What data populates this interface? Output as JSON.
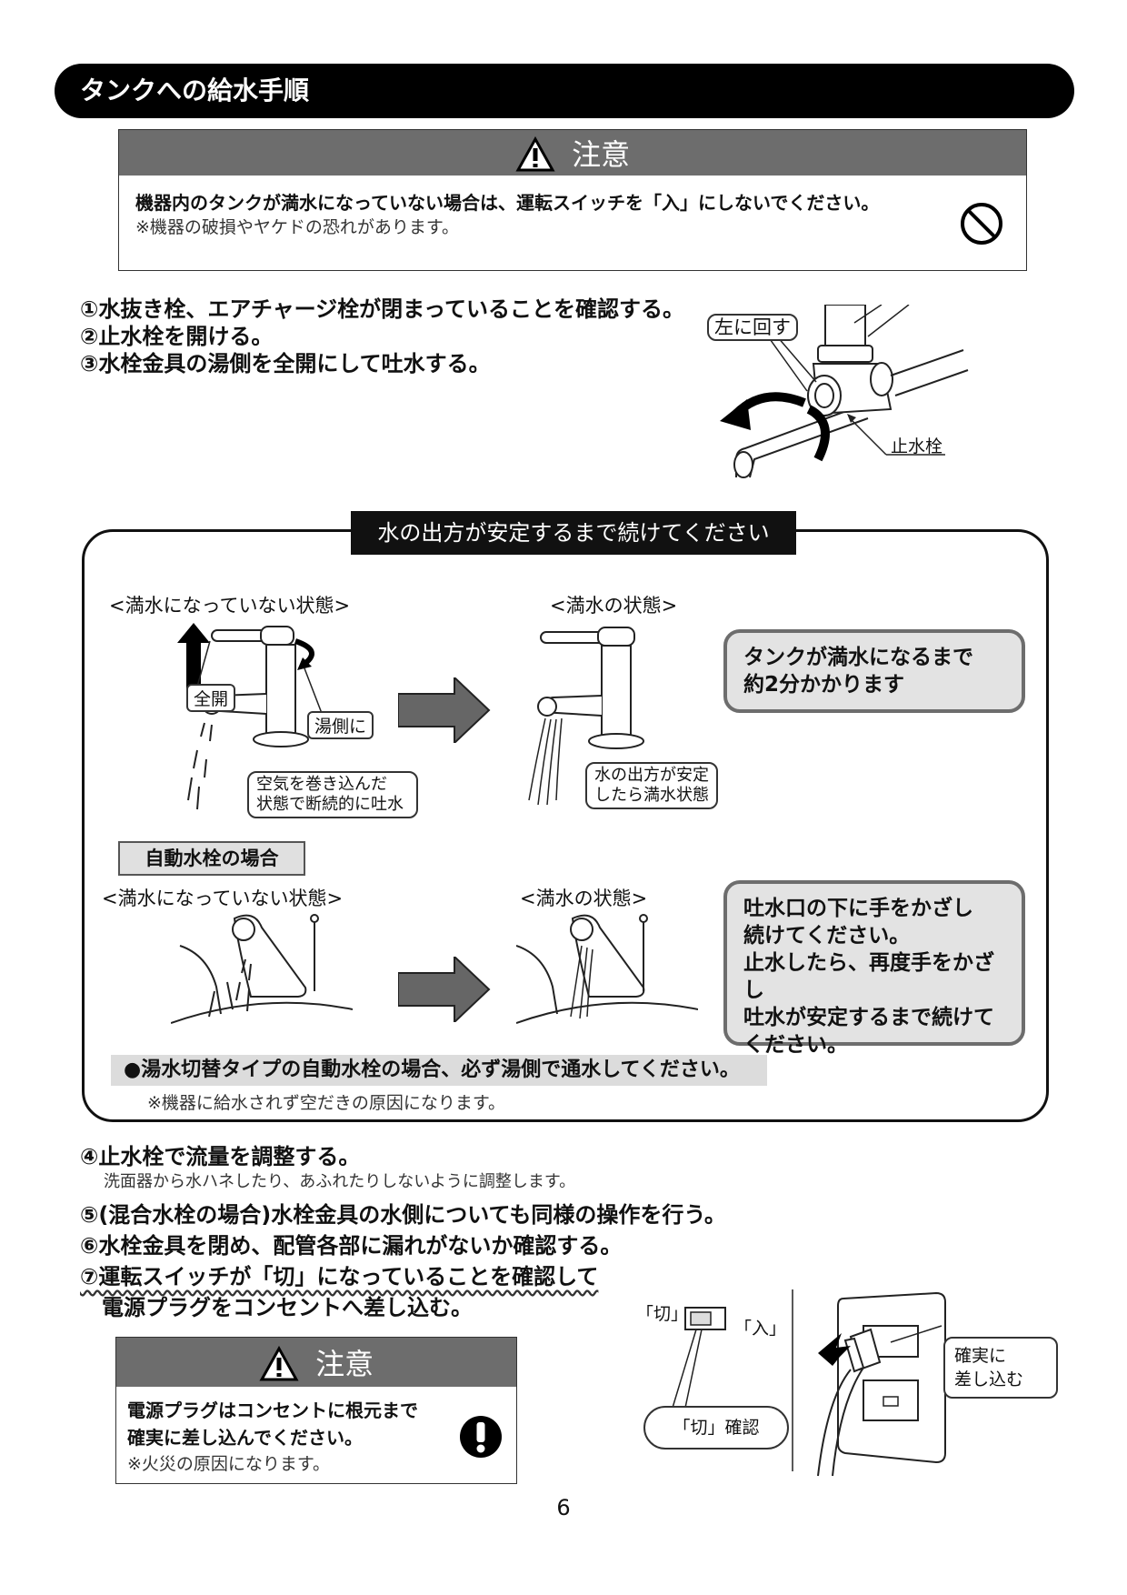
{
  "section_title": "タンクへの給水手順",
  "caution1": {
    "title": "注意",
    "main": "機器内のタンクが満水になっていない場合は、運転スイッチを「入」にしないでください。",
    "sub": "※機器の破損やヤケドの恐れがあります。",
    "icon": "prohibition-icon"
  },
  "steps": {
    "s1": "①水抜き栓、エアチャージ栓が閉まっていることを確認する。",
    "s2": "②止水栓を開ける。",
    "s3": "③水栓金具の湯側を全開にして吐水する。",
    "s4": "④止水栓で流量を調整する。",
    "s4_note": "洗面器から水ハネしたり、あふれたりしないように調整します。",
    "s5": "⑤(混合水栓の場合)水栓金具の水側についても同様の操作を行う。",
    "s6": "⑥水栓金具を閉め、配管各部に漏れがないか確認する。",
    "s7a": "⑦運転スイッチが「切」になっていることを確認して",
    "s7b": "電源プラグをコンセントへ差し込む。"
  },
  "valve_figure": {
    "rotate_label": "左に回す",
    "valve_label": "止水栓"
  },
  "frame": {
    "title": "水の出方が安定するまで続けてください",
    "not_full_label": "<満水になっていない状態>",
    "full_label": "<満水の状態>",
    "open_fully": "全開",
    "hot_side": "湯側に",
    "air_callout_1": "空気を巻き込んだ",
    "air_callout_2": "状態で断続的に吐水",
    "stable_callout_1": "水の出方が安定",
    "stable_callout_2": "したら満水状態",
    "info1_1": "タンクが満水になるまで",
    "info1_2": "約2分かかります",
    "auto_label": "自動水栓の場合",
    "auto_not_full_label": "<満水になっていない状態>",
    "auto_full_label": "<満水の状態>",
    "info2_1": "吐水口の下に手をかざし",
    "info2_2": "続けてください。",
    "info2_3": "止水したら、再度手をかざし",
    "info2_4": "吐水が安定するまで続けて",
    "info2_5": "ください。",
    "bullet": "●湯水切替タイプの自動水栓の場合、必ず湯側で通水してください。",
    "bullet_note": "※機器に給水されず空だきの原因になります。"
  },
  "switch_figure": {
    "off": "「切」",
    "on": "「入」",
    "off_check": "「切」確認",
    "insert_1": "確実に",
    "insert_2": "差し込む"
  },
  "caution2": {
    "title": "注意",
    "l1": "電源プラグはコンセントに根元まで",
    "l2": "確実に差し込んでください。",
    "sub": "※火災の原因になります。",
    "icon": "mandatory-icon"
  },
  "page_number": "6"
}
